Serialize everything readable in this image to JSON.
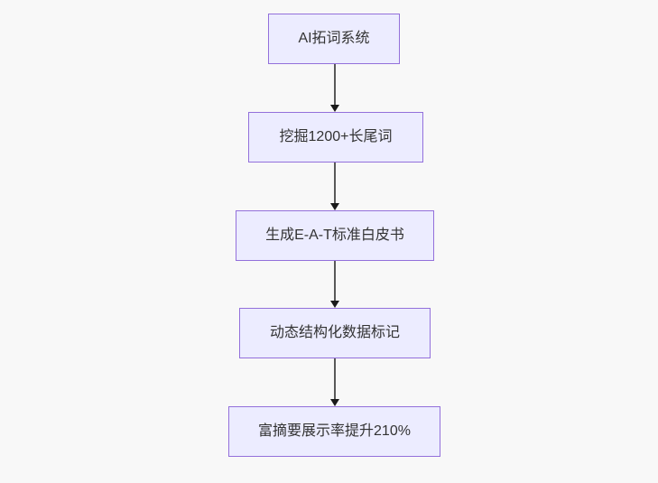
{
  "diagram": {
    "type": "flowchart",
    "direction": "top-down",
    "background_color": "#f8f8f8",
    "node_fill_color": "#ececff",
    "node_border_color": "#9370db",
    "node_text_color": "#333333",
    "arrow_line_color": "#595959",
    "arrow_head_color": "#1a1a1a",
    "nodes": [
      {
        "label": "AI拓词系统"
      },
      {
        "label": "挖掘1200+长尾词"
      },
      {
        "label": "生成E-A-T标准白皮书"
      },
      {
        "label": "动态结构化数据标记"
      },
      {
        "label": "富摘要展示率提升210%"
      }
    ],
    "edges": [
      {
        "from": "AI拓词系统",
        "to": "挖掘1200+长尾词"
      },
      {
        "from": "挖掘1200+长尾词",
        "to": "生成E-A-T标准白皮书"
      },
      {
        "from": "生成E-A-T标准白皮书",
        "to": "动态结构化数据标记"
      },
      {
        "from": "动态结构化数据标记",
        "to": "富摘要展示率提升210%"
      }
    ]
  }
}
